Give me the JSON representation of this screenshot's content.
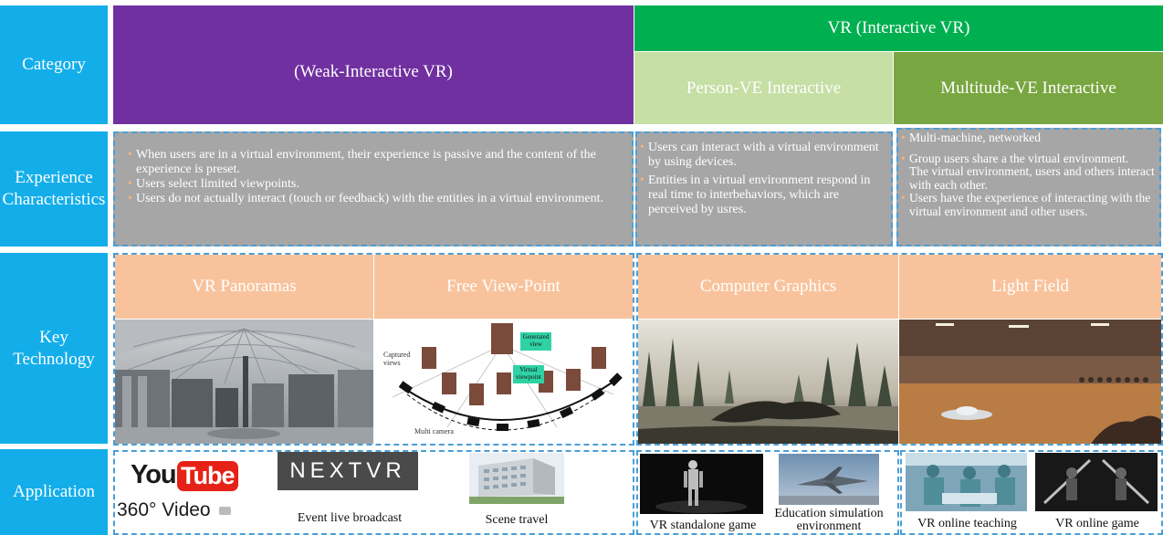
{
  "row_headers": {
    "category": "Category",
    "experience": "Experience Characteristics",
    "key_technology": "Key Technology",
    "application": "Application"
  },
  "category": {
    "weak": "(Weak-Interactive VR)",
    "interactive": "VR (Interactive VR)",
    "person_ve": "Person-VE Interactive",
    "multitude_ve": "Multitude-VE Interactive"
  },
  "experience": {
    "weak": [
      "When users are in a virtual environment, their experience is passive and the content of the experience is preset.",
      "Users select limited viewpoints.",
      "Users do not actually interact (touch or feedback) with the entities in a virtual environment."
    ],
    "person_ve": [
      "Users can interact with a virtual environment by using devices.",
      "Entities in a virtual environment respond in real time  to interbehaviors, which are perceived by usres."
    ],
    "multitude_ve": [
      "Multi-machine, networked",
      "Group users share a the virtual environment.",
      "The virtual environment, users and others interact with each other.",
      "Users have the experience of interacting with the virtual environment and other users."
    ]
  },
  "key_technology": {
    "panoramas": "VR Panoramas",
    "free_view": "Free View-Point",
    "graphics": "Computer Graphics",
    "light_field": "Light Field",
    "fvp_labels": {
      "generated": "Generated view",
      "virtual": "Virtual viewpoint",
      "captured": "Captured views",
      "multi": "Multi camera"
    }
  },
  "application": {
    "youtube_you": "You",
    "youtube_tube": "Tube",
    "video_360": "360° Video",
    "nextvr_logo": "NEXTVR",
    "event_live": "Event live broadcast",
    "scene_travel": "Scene travel",
    "standalone_game": "VR standalone game",
    "education_sim": "Education simulation environment",
    "online_teaching": "VR online teaching",
    "online_game": "VR online game"
  },
  "colors": {
    "header_blue": "#13aeea",
    "weak_purple": "#7030a0",
    "interactive_green": "#00b050",
    "person_ve_green": "#c5dfa5",
    "multitude_green": "#78a640",
    "gray": "#a6a6a6",
    "orange": "#f8c39c",
    "dash_blue": "#4a9ed8"
  }
}
